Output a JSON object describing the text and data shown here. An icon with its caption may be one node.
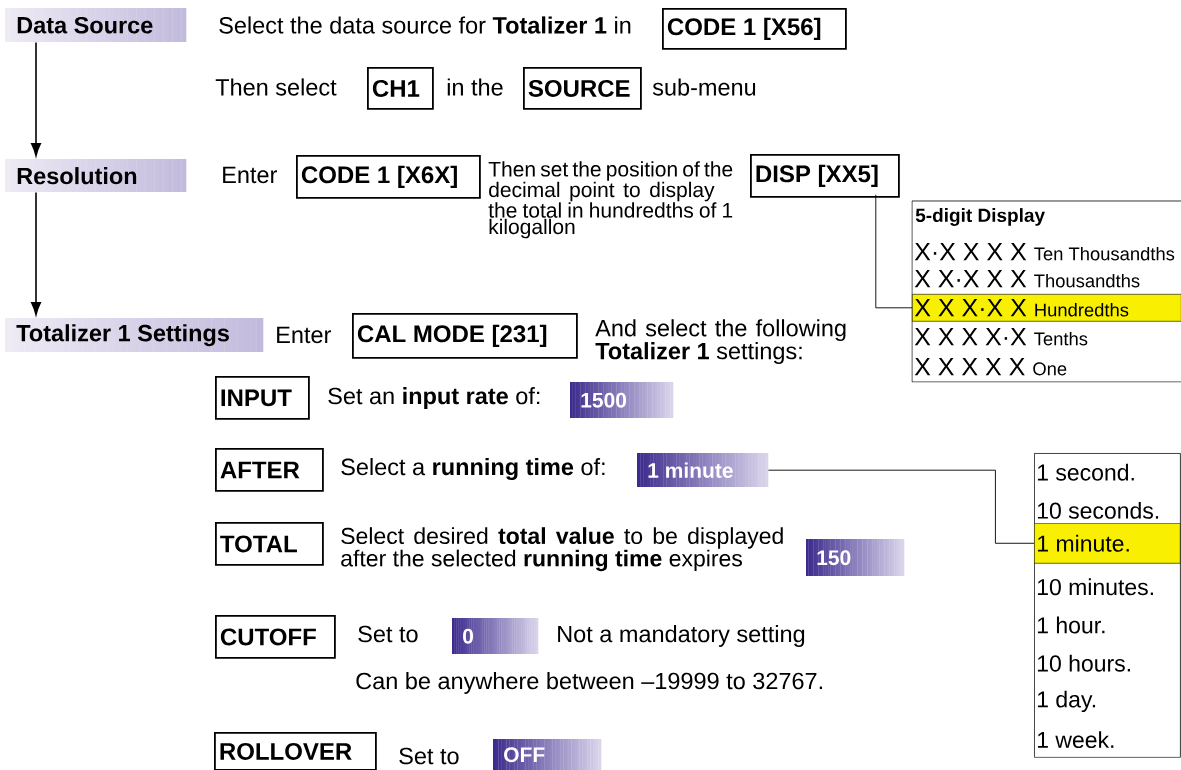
{
  "diagram": {
    "nodes": [
      {
        "text": [
          "Data Source"
        ]
      },
      {
        "text": [
          "Resolution"
        ]
      },
      {
        "text": [
          "Totalizer 1 Settings"
        ]
      },
      {
        "text": [
          "CODE 1 [X56]"
        ]
      },
      {
        "text": [
          "CH1"
        ]
      },
      {
        "text": [
          "SOURCE"
        ]
      },
      {
        "text": [
          "CODE 1 [X6X]"
        ]
      },
      {
        "text": [
          "DISP [XX5]"
        ]
      },
      {
        "text": [
          "5-digit Display"
        ]
      },
      {
        "text": [
          "X·X X X X",
          "Ten Thousandths"
        ],
        "in": 8
      },
      {
        "text": [
          "X X·X X X",
          "Thousandths"
        ],
        "in": 8
      },
      {
        "text": [
          "X X X·X X",
          "Hundredths"
        ],
        "in": 8
      },
      {
        "text": [
          "X X X X·X",
          "Tenths"
        ],
        "in": 8
      },
      {
        "text": [
          "X X X X X",
          "One"
        ],
        "in": 8
      },
      {
        "text": [
          "CAL MODE [231]"
        ]
      },
      {
        "text": [
          "INPUT"
        ]
      },
      {
        "text": [
          "1500"
        ]
      },
      {
        "text": [
          "AFTER"
        ]
      },
      {
        "text": [
          "1 minute"
        ]
      },
      {
        "text": [
          "TOTAL"
        ]
      },
      {
        "text": [
          "150"
        ]
      },
      {
        "text": [
          "CUTOFF"
        ]
      },
      {
        "text": [
          "0"
        ]
      },
      {
        "text": [
          "ROLLOVER"
        ]
      },
      {
        "text": [
          "OFF"
        ]
      },
      {
        "text": [],
        "shape": "box"
      },
      {
        "text": [
          "1 second."
        ],
        "in": 25
      },
      {
        "text": [
          "10 seconds."
        ],
        "in": 25
      },
      {
        "text": [
          "1 minute."
        ],
        "in": 25
      },
      {
        "text": [
          "10 minutes."
        ],
        "in": 25
      },
      {
        "text": [
          "1 hour."
        ],
        "in": 25
      },
      {
        "text": [
          "10 hours."
        ],
        "in": 25
      },
      {
        "text": [
          "1 day."
        ],
        "in": 25
      },
      {
        "text": [
          "1 week."
        ],
        "in": 25
      }
    ],
    "edges": [
      {
        "from": 0,
        "to": 1,
        "arrow": "to"
      },
      {
        "from": 1,
        "to": 2,
        "arrow": "to"
      },
      {
        "from": 7,
        "to": 11,
        "arrow": "none"
      },
      {
        "from": 18,
        "to": 28,
        "arrow": "none"
      }
    ],
    "labels": [
      "Select the data source for **Totalizer 1** in",
      "Then select",
      "in the",
      "sub-menu",
      "Enter",
      "Then set the position of the decimal point to display the total in hundredths of 1 kilogallon",
      "Enter",
      "And select the following **Totalizer 1** settings:",
      "Set an **input rate** of:",
      "Select a **running time** of:",
      "Select desired **total value** to be displayed after the selected **running time** expires",
      "Set to",
      "Not a mandatory setting",
      "Can be anywhere between –19999 to 32767.",
      "Set to"
    ]
  }
}
